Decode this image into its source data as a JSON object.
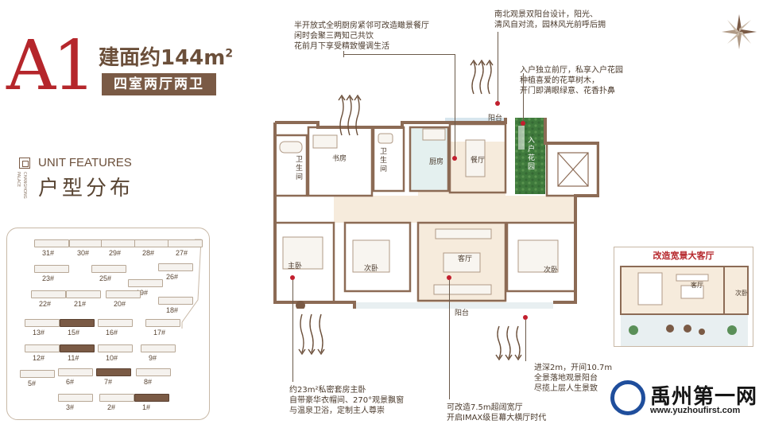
{
  "unit": {
    "code": "A1",
    "area_label": "建面约144m",
    "area_sup": "2",
    "rooms": "四室两厅两卫"
  },
  "features": {
    "en": "UNIT FEATURES",
    "cn": "户型分布",
    "deco_text": "CHANGHONG PALACE"
  },
  "siteplan": {
    "buildings": [
      "31#",
      "30#",
      "29#",
      "28#",
      "27#",
      "23#",
      "25#",
      "26#",
      "19#",
      "22#",
      "21#",
      "20#",
      "18#",
      "13#",
      "15#",
      "16#",
      "17#",
      "12#",
      "11#",
      "10#",
      "9#",
      "5#",
      "6#",
      "7#",
      "8#",
      "3#",
      "2#",
      "1#"
    ],
    "highlighted": [
      "15#",
      "11#",
      "7#",
      "1#"
    ]
  },
  "plan_labels": {
    "bath1": "卫生间",
    "study": "书房",
    "bath2": "卫生间",
    "kitchen": "厨房",
    "dining": "餐厅",
    "balcony_top": "阳台",
    "garden": "入户花园",
    "master": "主卧",
    "second1": "次卧",
    "living": "客厅",
    "second2": "次卧",
    "balcony_bottom": "阳台"
  },
  "callouts": {
    "kitchen": [
      "半开放式全明厨房紧邻可改造瞰景餐厅",
      "闲时会聚三两知己共饮",
      "花前月下享受精致慢调生活"
    ],
    "balcony": [
      "南北观景双阳台设计，阳光、",
      "清风自对流，园林风光前呼后拥"
    ],
    "garden": [
      "入户独立前厅，私享入户花园",
      "种植喜爱的花草树木，",
      "开门即满眼绿意、花香扑鼻"
    ],
    "master": [
      "约23m²私密套房主卧",
      "自带豪华衣帽间、270°观景飘窗",
      "与温泉卫浴，定制主人尊崇"
    ],
    "living": [
      "可改造7.5m超阔宽厅",
      "开启IMAX级巨幕大横厅时代"
    ],
    "depth": [
      "进深2m，开间10.7m",
      "全景落地观景阳台",
      "尽揽上层人生景致"
    ]
  },
  "insert": {
    "title": "改造宽景大客厅",
    "living": "客厅",
    "second": "次卧"
  },
  "logo": {
    "title": "禹州第一网",
    "url": "www.yuzhoufirst.com"
  },
  "colors": {
    "brand_red": "#b5262b",
    "brand_brown": "#7a5a45",
    "wall": "#8c6b55",
    "logo_blue": "#1f4e9c"
  }
}
